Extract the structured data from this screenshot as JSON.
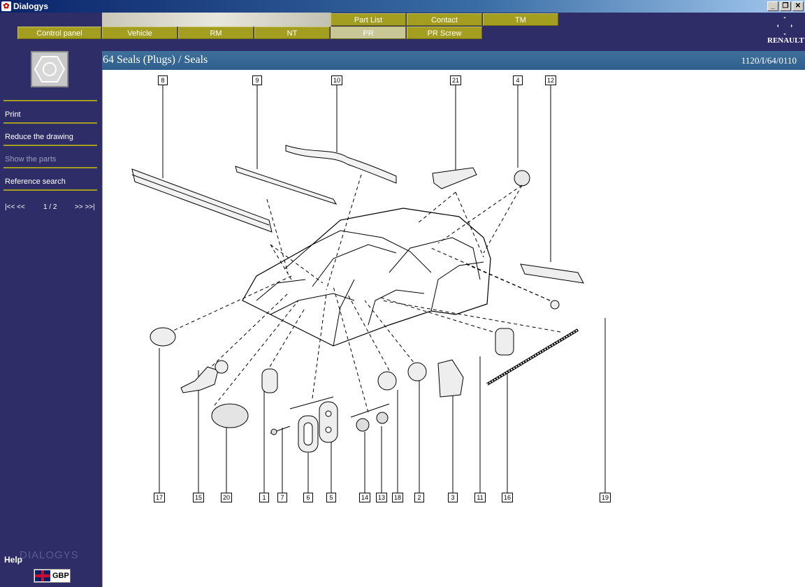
{
  "window": {
    "title": "Dialogys"
  },
  "top_tabs": [
    {
      "label": "Part List"
    },
    {
      "label": "Contact"
    },
    {
      "label": "TM"
    }
  ],
  "main_tabs": [
    {
      "label": "Control panel"
    },
    {
      "label": "Vehicle"
    },
    {
      "label": "RM"
    },
    {
      "label": "NT"
    },
    {
      "label": "PR",
      "active": true
    },
    {
      "label": "PR Screw"
    }
  ],
  "brand": {
    "logo_text": "RENAULT"
  },
  "sidebar": {
    "items": [
      {
        "label": "Print",
        "enabled": true
      },
      {
        "label": "Reduce the drawing",
        "enabled": true
      },
      {
        "label": "Show the parts",
        "enabled": false
      },
      {
        "label": "Reference search",
        "enabled": true
      }
    ],
    "pager": {
      "first_prev": "|<< <<",
      "page": "1 / 2",
      "next_last": ">> >>|"
    },
    "help": "Help",
    "watermark": "DIALOGYS",
    "currency": "GBP"
  },
  "page": {
    "title": "64 Seals (Plugs) / Seals",
    "reference": "1120/I/64/0110"
  },
  "diagram": {
    "top_labels": [
      "8",
      "9",
      "10",
      "21",
      "4",
      "12"
    ],
    "bottom_labels": [
      "17",
      "15",
      "20",
      "1",
      "7",
      "6",
      "5",
      "14",
      "13",
      "18",
      "2",
      "3",
      "11",
      "16",
      "19"
    ]
  }
}
